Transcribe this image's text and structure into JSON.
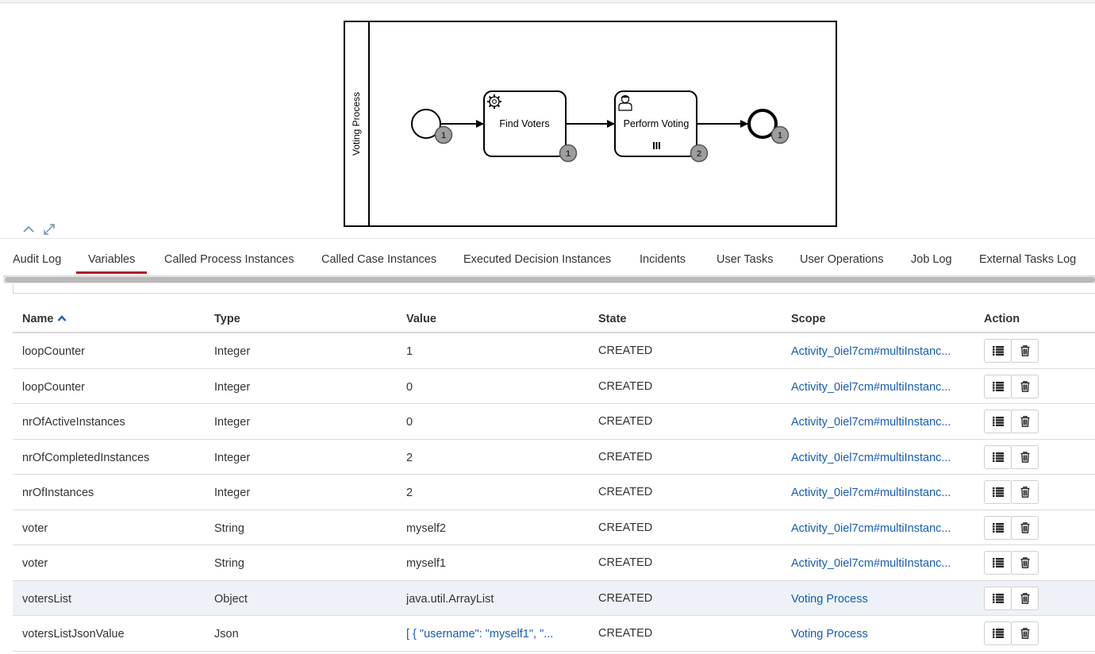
{
  "diagram": {
    "pool_label": "Voting Process",
    "tasks": [
      {
        "label": "Find Voters",
        "type": "service-task",
        "badge": "1"
      },
      {
        "label": "Perform Voting",
        "type": "user-task",
        "badge": "2",
        "marker": "multi-instance-parallel"
      }
    ],
    "start_event_badge": "1",
    "end_event_badge": "1"
  },
  "tabs": [
    {
      "label": "Audit Log",
      "active": false
    },
    {
      "label": "Variables",
      "active": true
    },
    {
      "label": "Called Process Instances",
      "active": false
    },
    {
      "label": "Called Case Instances",
      "active": false
    },
    {
      "label": "Executed Decision Instances",
      "active": false
    },
    {
      "label": "Incidents",
      "active": false
    },
    {
      "label": "User Tasks",
      "active": false
    },
    {
      "label": "User Operations",
      "active": false
    },
    {
      "label": "Job Log",
      "active": false
    },
    {
      "label": "External Tasks Log",
      "active": false
    }
  ],
  "table": {
    "columns": {
      "name": "Name",
      "type": "Type",
      "value": "Value",
      "state": "State",
      "scope": "Scope",
      "action": "Action"
    },
    "sort": {
      "column": "Name",
      "direction": "ascending"
    },
    "rows": [
      {
        "name": "loopCounter",
        "type": "Integer",
        "value": "1",
        "state": "CREATED",
        "scope": "Activity_0iel7cm#multiInstanc..."
      },
      {
        "name": "loopCounter",
        "type": "Integer",
        "value": "0",
        "state": "CREATED",
        "scope": "Activity_0iel7cm#multiInstanc..."
      },
      {
        "name": "nrOfActiveInstances",
        "type": "Integer",
        "value": "0",
        "state": "CREATED",
        "scope": "Activity_0iel7cm#multiInstanc..."
      },
      {
        "name": "nrOfCompletedInstances",
        "type": "Integer",
        "value": "2",
        "state": "CREATED",
        "scope": "Activity_0iel7cm#multiInstanc..."
      },
      {
        "name": "nrOfInstances",
        "type": "Integer",
        "value": "2",
        "state": "CREATED",
        "scope": "Activity_0iel7cm#multiInstanc..."
      },
      {
        "name": "voter",
        "type": "String",
        "value": "myself2",
        "state": "CREATED",
        "scope": "Activity_0iel7cm#multiInstanc..."
      },
      {
        "name": "voter",
        "type": "String",
        "value": "myself1",
        "state": "CREATED",
        "scope": "Activity_0iel7cm#multiInstanc..."
      },
      {
        "name": "votersList",
        "type": "Object",
        "value": "java.util.ArrayList",
        "state": "CREATED",
        "scope": "Voting Process"
      },
      {
        "name": "votersListJsonValue",
        "type": "Json",
        "value": "[ { \"username\": \"myself1\", \"...",
        "state": "CREATED",
        "scope": "Voting Process"
      }
    ]
  },
  "colors": {
    "accent": "#b5152b",
    "link": "#155cb5",
    "selected_row": "#eef2f8"
  }
}
